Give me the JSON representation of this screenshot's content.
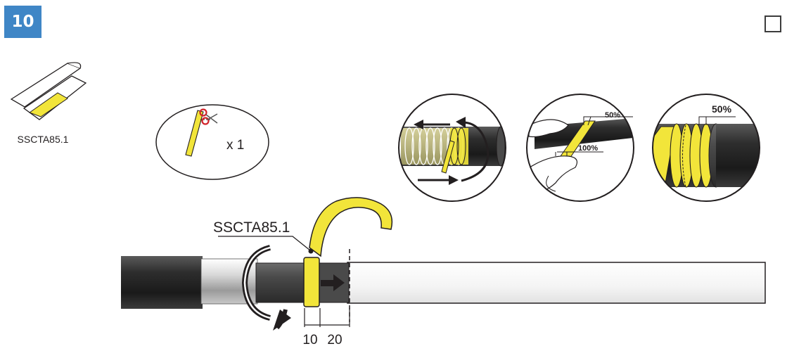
{
  "step": {
    "number": "10"
  },
  "checkbox": {
    "checked": false
  },
  "kit": {
    "part_label": "SSCTA85.1"
  },
  "cut": {
    "quantity": "x 1"
  },
  "detail_overlap": {
    "overlap_label": "50%",
    "width_label": "100%"
  },
  "detail_result": {
    "overlap_label": "50%"
  },
  "main": {
    "tape_label": "SSCTA85.1",
    "dim_first": "10",
    "dim_second": "20"
  },
  "colors": {
    "badge": "#3f86c6",
    "tape": "#f2e53a",
    "cable_dark": "#2b2b2b",
    "sheath": "#f2f2f2"
  }
}
